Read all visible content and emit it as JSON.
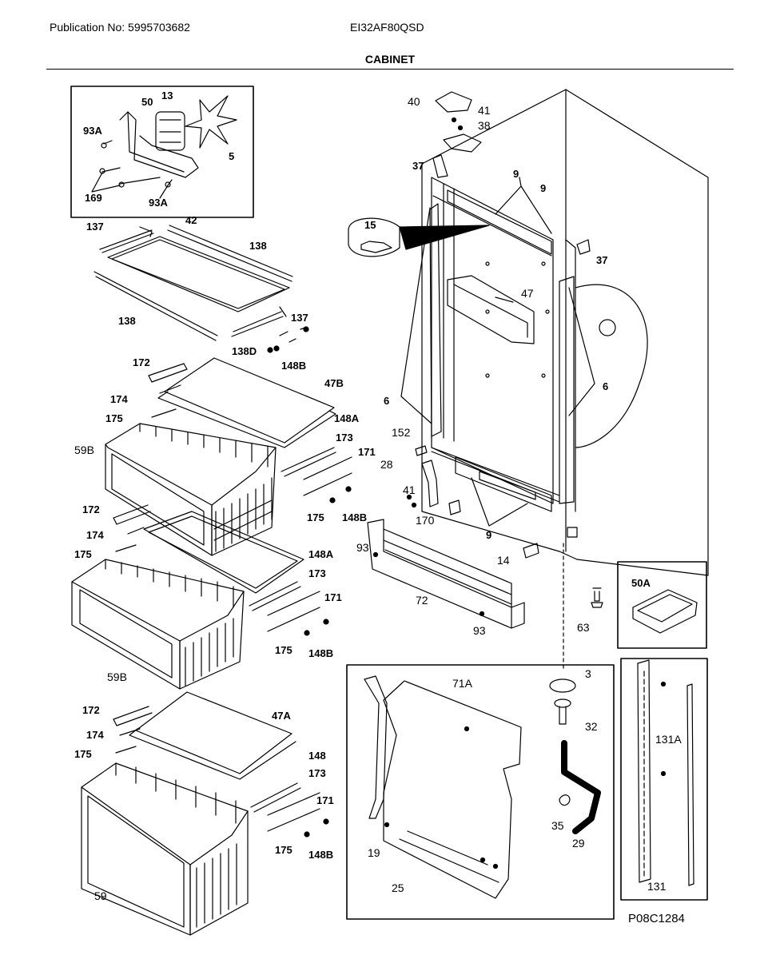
{
  "header": {
    "publication": "Publication No: 5995703682",
    "model": "EI32AF80QSD",
    "section": "CABINET"
  },
  "figure_number": "P08C1284",
  "part_labels": {
    "p50": "50",
    "p13": "13",
    "p93A_a": "93A",
    "p5": "5",
    "p169": "169",
    "p93A_b": "93A",
    "p137_a": "137",
    "p42": "42",
    "p138_a": "138",
    "p138_b": "138",
    "p137_b": "137",
    "p138D": "138D",
    "p148B_a": "148B",
    "p172_a": "172",
    "p174_a": "174",
    "p175_a": "175",
    "p47B": "47B",
    "p148A_a": "148A",
    "p173_a": "173",
    "p171_a": "171",
    "p59B_a": "59B",
    "p175_b": "175",
    "p148B_b": "148B",
    "p172_b": "172",
    "p174_b": "174",
    "p175_c": "175",
    "p148A_b": "148A",
    "p173_b": "173",
    "p171_b": "171",
    "p175_d": "175",
    "p148B_c": "148B",
    "p59B_b": "59B",
    "p172_c": "172",
    "p174_c": "174",
    "p175_e": "175",
    "p47A": "47A",
    "p148": "148",
    "p173_c": "173",
    "p171_c": "171",
    "p175_f": "175",
    "p148B_d": "148B",
    "p59": "59",
    "p40": "40",
    "p41_a": "41",
    "p38": "38",
    "p37_a": "37",
    "p9_a": "9",
    "p9_b": "9",
    "p15": "15",
    "p37_b": "37",
    "p47": "47",
    "p6_a": "6",
    "p6_b": "6",
    "p152": "152",
    "p28": "28",
    "p41_b": "41",
    "p170": "170",
    "p9_c": "9",
    "p93_a": "93",
    "p14": "14",
    "p72": "72",
    "p93_b": "93",
    "p50A": "50A",
    "p63": "63",
    "p3": "3",
    "p32": "32",
    "p35": "35",
    "p29": "29",
    "p71A": "71A",
    "p19": "19",
    "p25": "25",
    "p131A": "131A",
    "p131": "131"
  }
}
